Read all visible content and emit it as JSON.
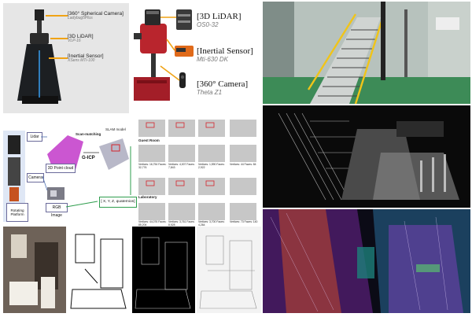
{
  "left_device": {
    "camera_label": "[360° Spherical Camera]",
    "camera_model": "Ladybug5Plus",
    "lidar_label": "[3D LiDAR]",
    "lidar_model": "VLP-16",
    "inertial_label": "[Inertial Sensor]",
    "inertial_model": "XSens MTi-100"
  },
  "right_device": {
    "lidar_label": "[3D LiDAR]",
    "lidar_model": "OS0-32",
    "inertial_label": "[Inertial Sensor]",
    "inertial_model": "Mti-630 DK",
    "camera_label": "[360° Camera]",
    "camera_model": "Theta Z1"
  },
  "pipeline": {
    "lidar": "Lidar",
    "camera": "Camera",
    "platform": "Rotating Platform",
    "scan_matching": "Scan-matching",
    "gicp": "G-ICP",
    "slam_model": "SLAM model",
    "point_cloud": "3D Point cloud",
    "rgb_image": "RGB Image",
    "pose": "[ X, Y, Z, quaternion]"
  },
  "thumbs": {
    "row1_title": "Guest Room",
    "row2_title": "Laboratory",
    "row1_stats": [
      "Vertices: 16,754 Faces: 32,776",
      "Vertices: 4,007 Faces: 7,843",
      "Vertices: 1,590 Faces: 2,922",
      "Vertices: 44 Faces: 84"
    ],
    "row2_stats": [
      "Vertices: 44,076 Faces: 85,204",
      "Vertices: 3,761 Faces: 8,528",
      "Vertices: 3,700 Faces: 4,264",
      "Vertices: 73 Faces: 140"
    ]
  },
  "colors": {
    "orange": "#f0a316",
    "device_red": "#b9252d",
    "arrow_green": "#2e9d4d",
    "box_blue": "#4e70b0",
    "magenta": "#c238c9"
  }
}
